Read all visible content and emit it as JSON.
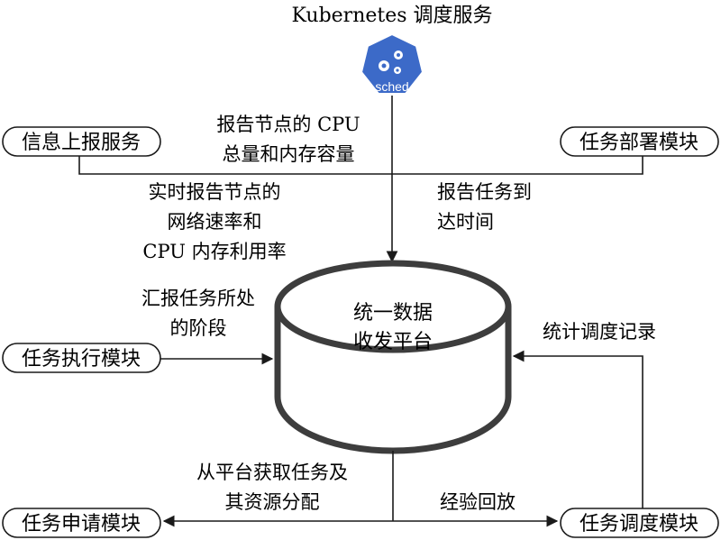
{
  "title": "Kubernetes 调度服务",
  "icon": {
    "name": "kubernetes-sched-icon",
    "label": "sched",
    "color": "#3c6ac8"
  },
  "platform": {
    "lines": [
      "统一数据",
      "收发平台"
    ]
  },
  "modules": {
    "info_report": "信息上报服务",
    "deploy": "任务部署模块",
    "execute": "任务执行模块",
    "request": "任务申请模块",
    "schedule": "任务调度模块"
  },
  "labels": {
    "cpu_mem": [
      "报告节点的 CPU",
      "总量和内存容量"
    ],
    "realtime": [
      "实时报告节点的",
      "网络速率和",
      "CPU 内存利用率"
    ],
    "arrival": [
      "报告任务到",
      "达时间"
    ],
    "stage": [
      "汇报任务所处",
      "的阶段"
    ],
    "stats": "统计调度记录",
    "fetch": [
      "从平台获取任务及",
      "其资源分配"
    ],
    "replay": "经验回放"
  }
}
